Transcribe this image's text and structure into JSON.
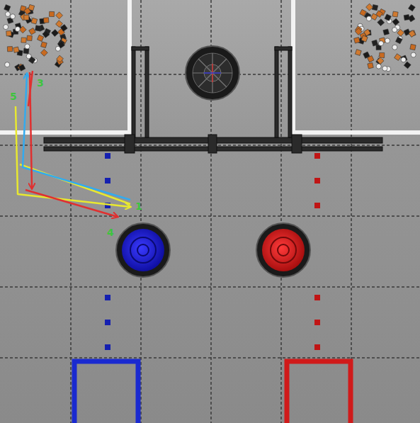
{
  "diagram": {
    "labels": [
      "5",
      "3",
      "1",
      "4"
    ]
  }
}
